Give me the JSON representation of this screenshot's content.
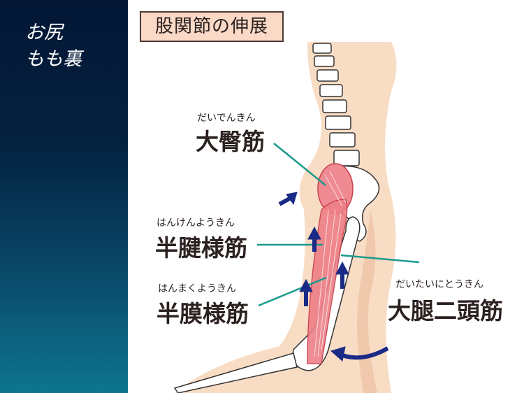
{
  "sidebar": {
    "title": "お尻\nもも裏"
  },
  "slide": {
    "title": "股関節の伸展",
    "labels": [
      {
        "furigana": "だいでんきん",
        "name": "大臀筋"
      },
      {
        "furigana": "はんけんようきん",
        "name": "半腱様筋"
      },
      {
        "furigana": "はんまくようきん",
        "name": "半膜様筋"
      },
      {
        "furigana": "だいたいにとうきん",
        "name": "大腿二頭筋"
      }
    ]
  },
  "colors": {
    "sidebar": "#031735",
    "skin": "#f9dcc4",
    "muscle": "#e8707a",
    "leader_line": "#1a9a8c",
    "arrow": "#1a2a86",
    "title_bg": "#fbd9c7"
  }
}
